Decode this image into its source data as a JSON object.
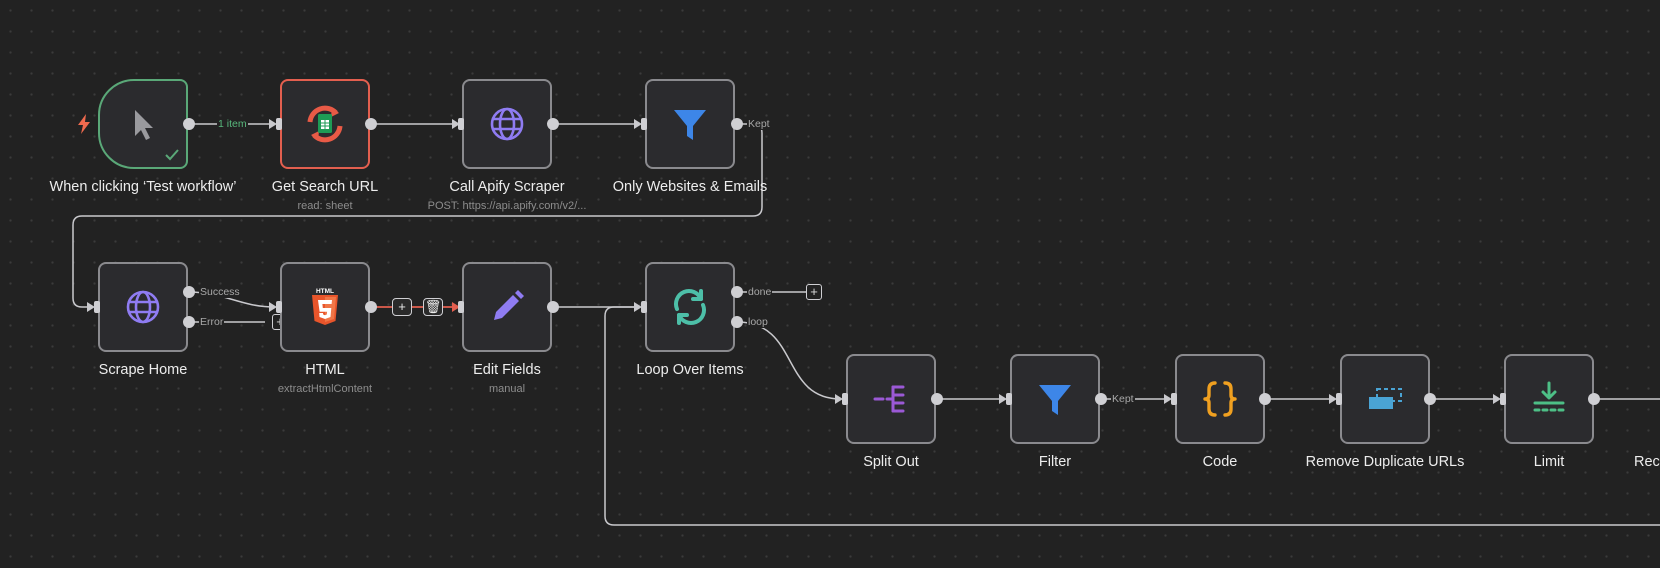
{
  "canvas": {
    "colors": {
      "background": "#222222",
      "node_bg": "#2b2b2e",
      "node_border": "#8a8a8e",
      "success_green": "#5aa878",
      "error_red": "#e35f4f",
      "edge": "#c9c9cd",
      "edge_highlight": "#e35f4f"
    }
  },
  "nodes": {
    "trigger": {
      "title": "When clicking ‘Test workflow’",
      "icon": "cursor-icon",
      "status_icon": "check-icon"
    },
    "get_search_url": {
      "title": "Get Search URL",
      "subtitle": "read: sheet",
      "icon": "google-sheets-sync-icon"
    },
    "call_apify": {
      "title": "Call Apify Scraper",
      "subtitle": "POST: https://api.apify.com/v2/...",
      "icon": "globe-icon"
    },
    "only_websites": {
      "title": "Only Websites & Emails",
      "icon": "filter-icon"
    },
    "scrape_home": {
      "title": "Scrape Home",
      "icon": "globe-icon"
    },
    "html": {
      "title": "HTML",
      "subtitle": "extractHtmlContent",
      "icon": "html5-icon"
    },
    "edit_fields": {
      "title": "Edit Fields",
      "subtitle": "manual",
      "icon": "pencil-icon"
    },
    "loop_over_items": {
      "title": "Loop Over Items",
      "icon": "loop-arrows-icon"
    },
    "split_out": {
      "title": "Split Out",
      "icon": "split-out-icon"
    },
    "filter": {
      "title": "Filter",
      "icon": "filter-icon"
    },
    "code": {
      "title": "Code",
      "icon": "curly-braces-icon"
    },
    "remove_duplicates": {
      "title": "Remove Duplicate URLs",
      "icon": "remove-duplicates-icon"
    },
    "limit": {
      "title": "Limit",
      "icon": "limit-icon"
    },
    "cut_off": {
      "title": "Rec"
    }
  },
  "edges": {
    "trigger_items": "1 item",
    "only_websites_kept": "Kept",
    "scrape_success": "Success",
    "scrape_error": "Error",
    "loop_done": "done",
    "loop_loop": "loop",
    "filter_kept": "Kept",
    "add_symbol": "+",
    "delete_symbol": "🗑"
  }
}
